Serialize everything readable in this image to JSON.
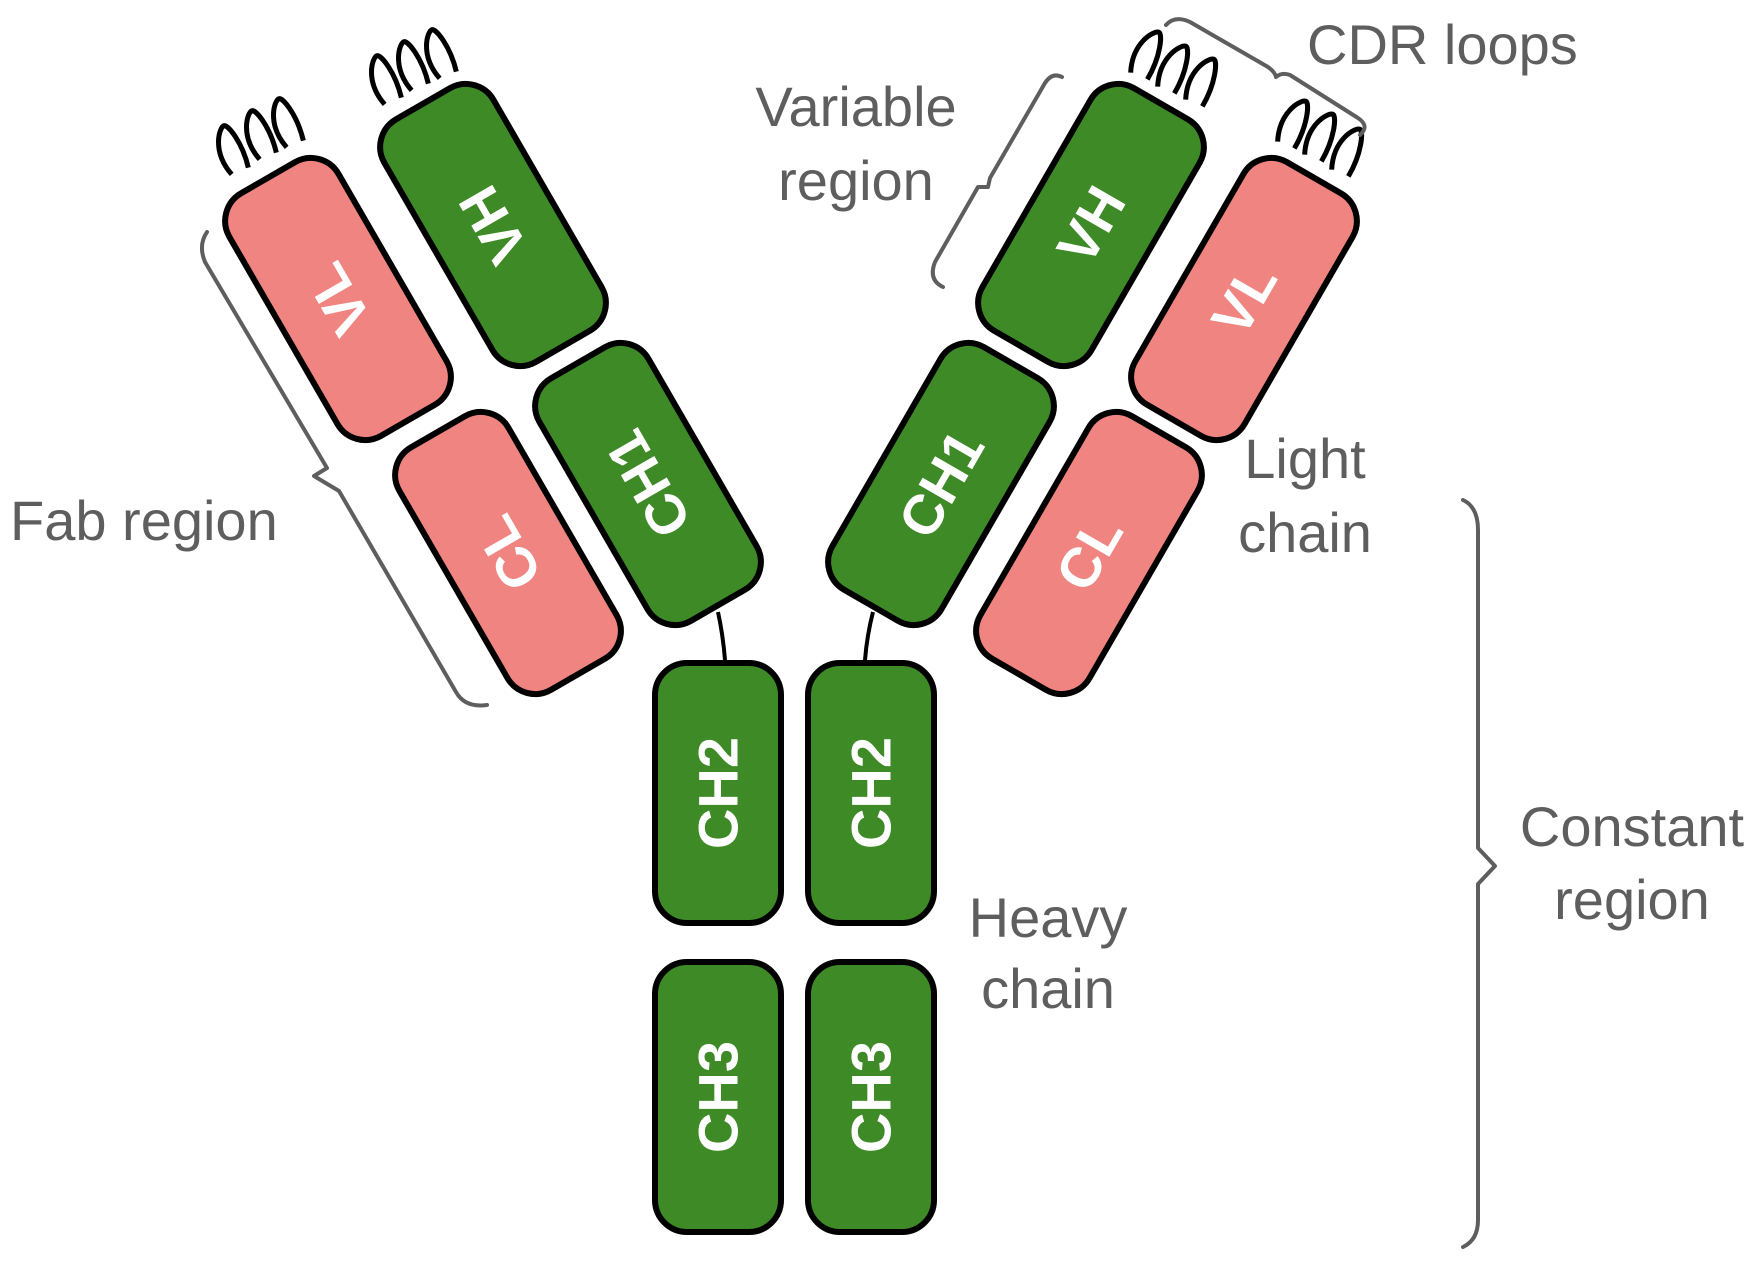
{
  "colors": {
    "heavy": "#3e8a27",
    "light": "#ef8480",
    "outline": "#000000",
    "annotation": "#5e5e5e",
    "domain_text": "#ffffff"
  },
  "domains": {
    "left_vh": "VH",
    "left_vl": "VL",
    "left_ch1": "CH1",
    "left_cl": "CL",
    "right_vh": "VH",
    "right_vl": "VL",
    "right_ch1": "CH1",
    "right_cl": "CL",
    "left_ch2": "CH2",
    "right_ch2": "CH2",
    "left_ch3": "CH3",
    "right_ch3": "CH3"
  },
  "annotations": {
    "cdr_loops": "CDR loops",
    "variable_region": [
      "Variable",
      "region"
    ],
    "light_chain": [
      "Light",
      "chain"
    ],
    "fab_region": "Fab region",
    "heavy_chain": [
      "Heavy",
      "chain"
    ],
    "constant_region": [
      "Constant",
      "region"
    ]
  }
}
